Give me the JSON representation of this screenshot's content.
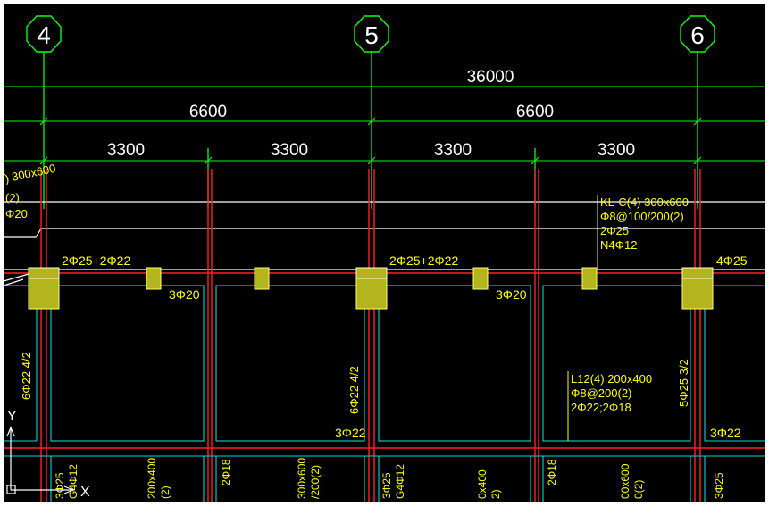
{
  "colors": {
    "background": "#000000",
    "grid_line": "#00ff00",
    "dimension": "#00ff00",
    "beam_red": "#ff2020",
    "beam_white": "#ffffff",
    "beam_cyan": "#00d8d8",
    "annotation": "#ffff00",
    "column_fill": "#b4b41e",
    "text_white": "#ffffff"
  },
  "axes": [
    {
      "label": "4"
    },
    {
      "label": "5"
    },
    {
      "label": "6"
    }
  ],
  "dimensions": {
    "total": "36000",
    "spans": [
      "6600",
      "6600"
    ],
    "sub_spans": [
      "3300",
      "3300",
      "3300",
      "3300"
    ]
  },
  "annotations": {
    "left_fragment": [
      ") 300x600",
      "(2)",
      "Φ20"
    ],
    "kl_c": [
      "KL-C(4) 300x600",
      "Φ8@100/200(2)",
      "2Φ25",
      "N4Φ12"
    ],
    "top_bar_1": "2Φ25+2Φ22",
    "top_bar_2": "2Φ25+2Φ22",
    "top_bar_3": "4Φ25",
    "bottom_bar_1": "3Φ20",
    "bottom_bar_2": "3Φ20",
    "vertical_1": "6Φ22 4/2",
    "vertical_2": "6Φ22 4/2",
    "vertical_3": "5Φ25 3/2",
    "l12": [
      "L12(4) 200x400",
      "Φ8@200(2)",
      "2Φ22;2Φ18"
    ],
    "bar_3_22_a": "3Φ22",
    "bar_3_22_b": "3Φ22",
    "bottom_row": [
      "3Φ25",
      "G4Φ12",
      "200x400",
      "(2)",
      "2Φ18",
      "300x600",
      "/200(2)",
      "3Φ25",
      "G4Φ12",
      "0x400",
      "2)",
      "2Φ18",
      "00x600",
      "0(2)",
      "3Φ25"
    ]
  },
  "ucs": {
    "y": "Y",
    "x": "X"
  }
}
